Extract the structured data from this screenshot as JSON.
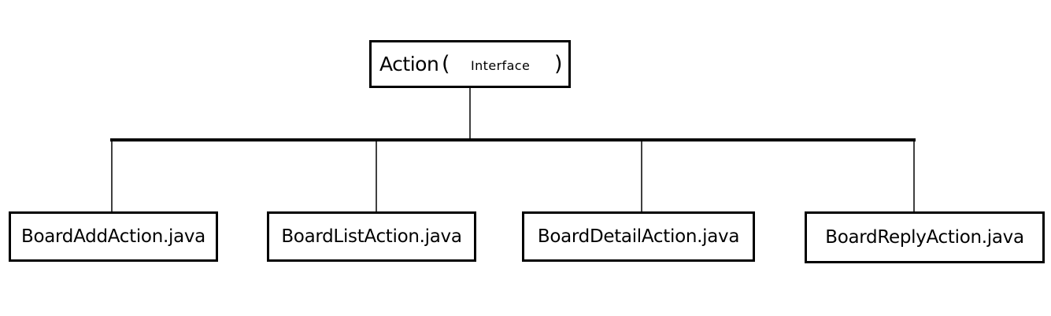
{
  "root": {
    "name": "Action",
    "paren_open": "(",
    "kind": "Interface",
    "paren_close": ")"
  },
  "children": [
    {
      "label": "BoardAddAction.java"
    },
    {
      "label": "BoardListAction.java"
    },
    {
      "label": "BoardDetailAction.java"
    },
    {
      "label": "BoardReplyAction.java"
    }
  ],
  "colors": {
    "line": "#000000",
    "box_border": "#000000",
    "background": "#ffffff"
  }
}
